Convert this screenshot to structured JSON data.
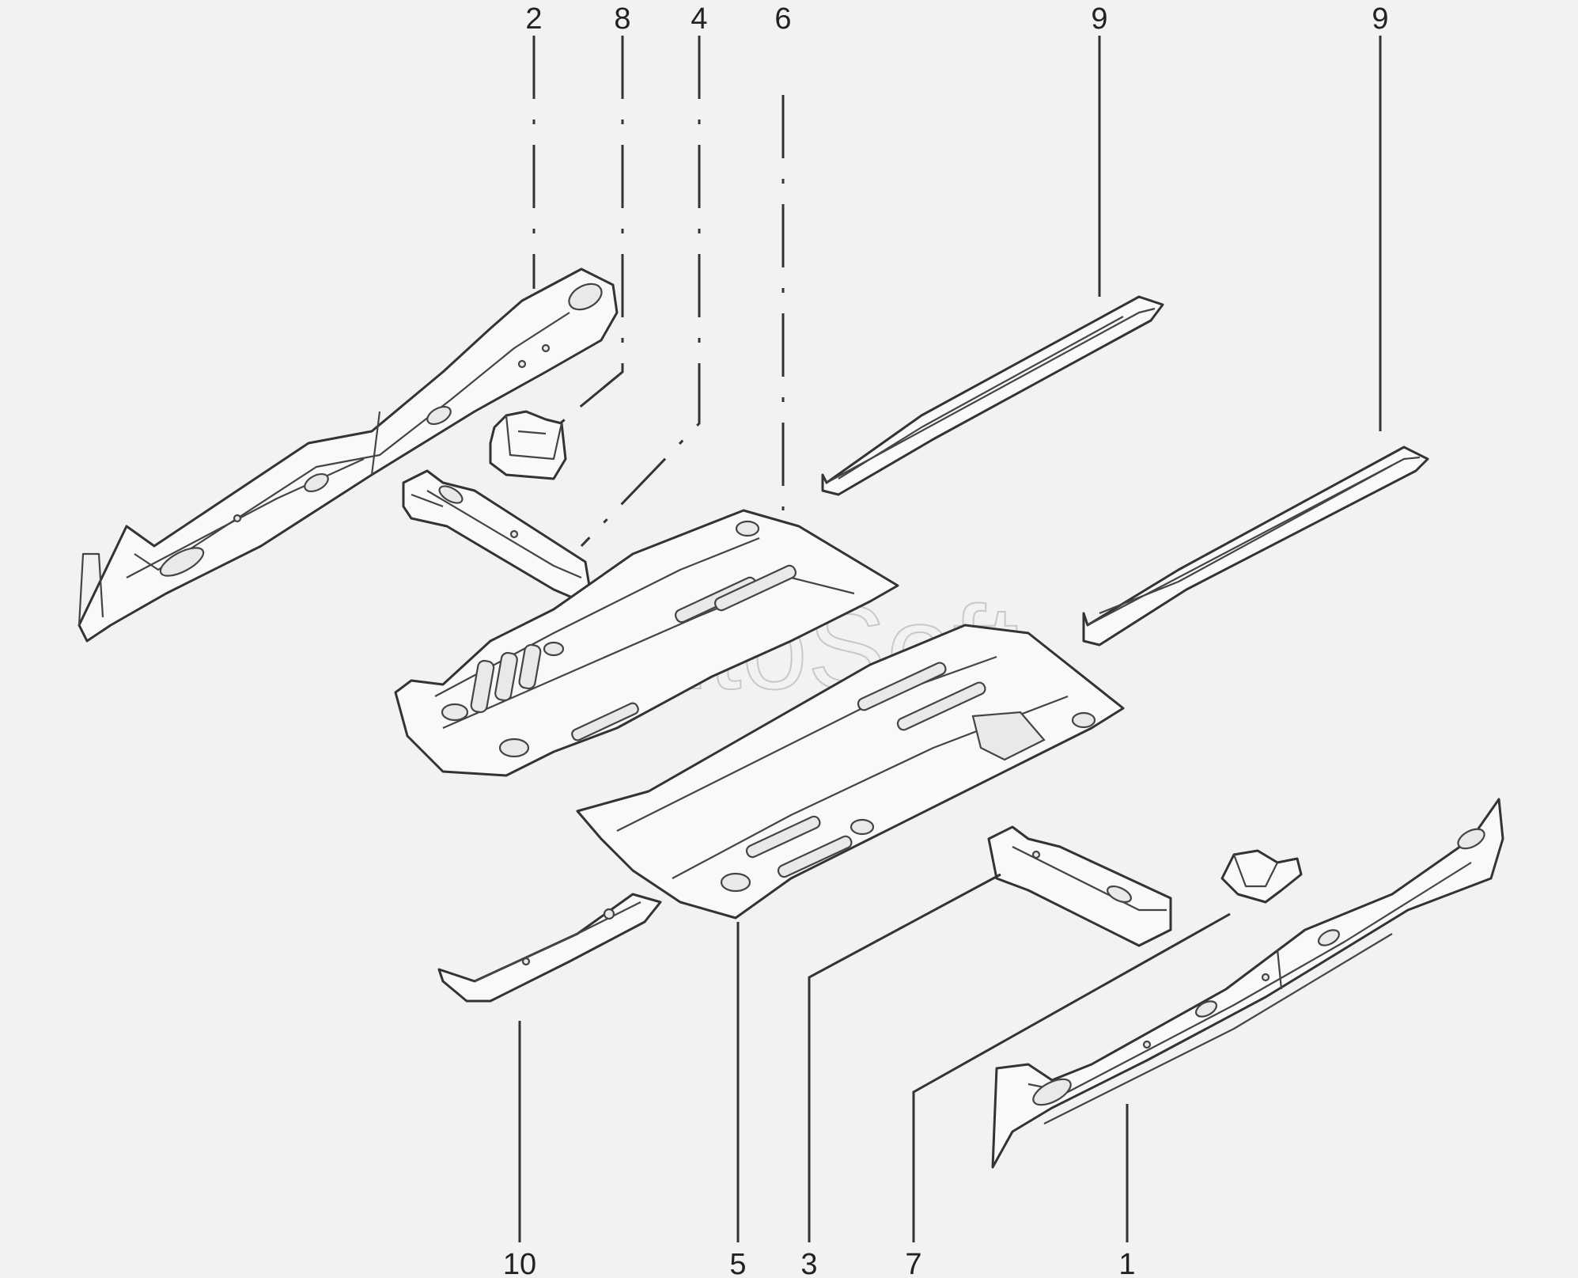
{
  "watermark": "AutoSoft",
  "callouts": [
    {
      "id": "c2",
      "label": "2"
    },
    {
      "id": "c8",
      "label": "8"
    },
    {
      "id": "c4",
      "label": "4"
    },
    {
      "id": "c6",
      "label": "6"
    },
    {
      "id": "c9a",
      "label": "9"
    },
    {
      "id": "c9b",
      "label": "9"
    },
    {
      "id": "c10",
      "label": "10"
    },
    {
      "id": "c5",
      "label": "5"
    },
    {
      "id": "c3",
      "label": "3"
    },
    {
      "id": "c7",
      "label": "7"
    },
    {
      "id": "c1",
      "label": "1"
    }
  ]
}
